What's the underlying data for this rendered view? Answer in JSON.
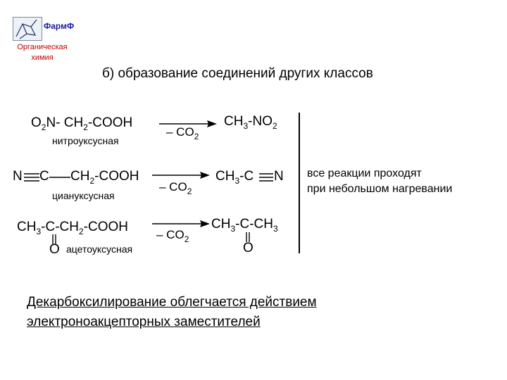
{
  "header": {
    "brand": "ФармФ",
    "subject_line1": "Органическая",
    "subject_line2": "химия"
  },
  "heading": "б) образование соединений других классов",
  "reactions": [
    {
      "r_a": "O",
      "r_a_sub": "2",
      "r_b": "N- CH",
      "r_b_sub": "2",
      "r_c": "-COOH",
      "label": "нитроуксусная",
      "cond": "– CO",
      "cond_sub": "2",
      "p_a": "CH",
      "p_a_sub": "3",
      "p_b": "-NO",
      "p_b_sub": "2"
    },
    {
      "r_n": "N",
      "r_c1": "C",
      "r_b": "CH",
      "r_b_sub": "2",
      "r_c": "-COOH",
      "label": "циануксусная",
      "cond": "– CO",
      "cond_sub": "2",
      "p_a": "CH",
      "p_a_sub": "3",
      "p_b": "-C",
      "p_n": "N"
    },
    {
      "r_a": "CH",
      "r_a_sub": "3",
      "r_b": "-C-CH",
      "r_b_sub": "2",
      "r_c": "-COOH",
      "r_o": "O",
      "label": "ацетоуксусная",
      "cond": "– CO",
      "cond_sub": "2",
      "p_a": "CH",
      "p_a_sub": "3",
      "p_b": "-C-CH",
      "p_b_sub": "3",
      "p_o": "O"
    }
  ],
  "note": {
    "line1": "все реакции проходят",
    "line2": "при небольшом нагревании"
  },
  "summary": {
    "line1": "Декарбоксилирование облегчается действием",
    "line2": "электроноакцепторных заместителей"
  }
}
